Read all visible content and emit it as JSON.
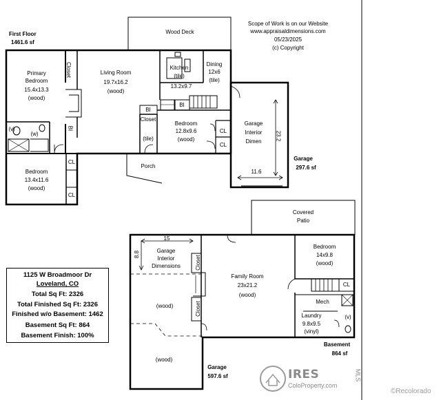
{
  "header": {
    "scope_line": "Scope of Work is on our Website",
    "website": "www.appraisaldimensions.com",
    "date": "05/23/2025",
    "copyright": "(c) Copyright"
  },
  "first_floor": {
    "title": "First Floor",
    "area": "1461.6 sf",
    "wood_deck": "Wood Deck",
    "primary_bedroom": [
      "Primary",
      "Bedroom",
      "15.4x13.3",
      "(wood)"
    ],
    "closet": "Closet",
    "living_room": [
      "Living Room",
      "19.7x16.2",
      "(wood)"
    ],
    "kitchen": [
      "Kitchen",
      "(tile)"
    ],
    "kitchen_dim": "13.2x9.7",
    "dining": [
      "Dining",
      "12x6",
      "(tile)"
    ],
    "bi": "BI",
    "bedroom_mid": [
      "Bedroom",
      "12.8x9.6",
      "(wood)"
    ],
    "tile": "(tile)",
    "bedroom_sw": [
      "Bedroom",
      "13.4x11.6",
      "(wood)"
    ],
    "cl": "CL",
    "v": "(v)",
    "w": "(w)",
    "porch": "Porch"
  },
  "garage_top": {
    "interior": [
      "Garage",
      "Interior",
      "Dimen"
    ],
    "height_dim": "23.2",
    "width_dim": "11.6",
    "title": "Garage",
    "area": "297.6 sf"
  },
  "basement": {
    "covered_patio": [
      "Covered",
      "Patio"
    ],
    "garage_width": "15",
    "garage_depth": "8.8",
    "garage_interior": [
      "Garage",
      "Interior",
      "Dimensions"
    ],
    "closet": "Closet",
    "family_room": [
      "Family Room",
      "23x21.2",
      "(wood)"
    ],
    "bedroom": [
      "Bedroom",
      "14x9.8",
      "(wood)"
    ],
    "cl": "CL",
    "mech": "Mech",
    "laundry": [
      "Laundry",
      "9.8x9.5",
      "(vinyl)"
    ],
    "v": "(v)",
    "wood": "(wood)",
    "title": "Basement",
    "area": "864 sf",
    "garage_title": "Garage",
    "garage_area": "597.6 sf"
  },
  "summary": {
    "street": "1125 W Broadmoor Dr",
    "city": "Loveland, CO",
    "total": "Total Sq Ft: 2326",
    "finished": "Total Finished Sq Ft: 2326",
    "finished_wo_bsmt": "Finished w/o Basement: 1462",
    "basement_sqft": "Basement Sq Ft: 864",
    "basement_finish": "Basement Finish: 100%"
  },
  "watermark": {
    "ires": "IRES",
    "ires_sub": "ColoProperty.com",
    "mls": "MLS",
    "recolorado": "©Recolorado"
  }
}
